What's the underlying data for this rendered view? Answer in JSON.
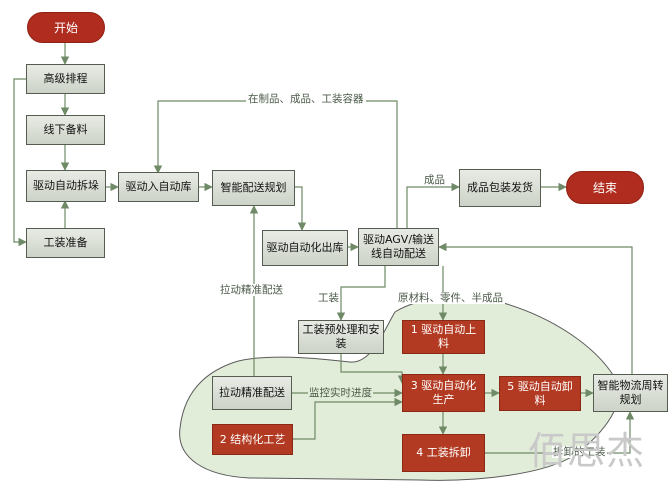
{
  "nodes": {
    "start": "开始",
    "schedule": "高级排程",
    "offline_prep": "线下备料",
    "disassemble": "驱动自动拆垛",
    "tooling_prep": "工装准备",
    "into_store": "驱动入自动库",
    "smart_plan": "智能配送规划",
    "auto_out": "驱动自动化出库",
    "agv": "驱动AGV/输送线自动配送",
    "packing": "成品包装发货",
    "end": "结束",
    "pretreat": "工装预处理和安装",
    "auto_load": "1 驱动自动上料",
    "pull_delivery": "拉动精准配送",
    "production": "3 驱动自动化生产",
    "auto_unload": "5 驱动自动卸料",
    "logistics": "智能物流周转规划",
    "craft": "2 结构化工艺",
    "tool_remove": "4 工装拆卸"
  },
  "labels": {
    "wip": "在制品、成品、工装容器",
    "finished": "成品",
    "pull_precise": "拉动精准配送",
    "tooling": "工装",
    "materials": "原材料、零件、半成品",
    "monitor": "监控实时进度",
    "unload_tooling": "拆卸的工装"
  },
  "watermark": "佰思杰"
}
